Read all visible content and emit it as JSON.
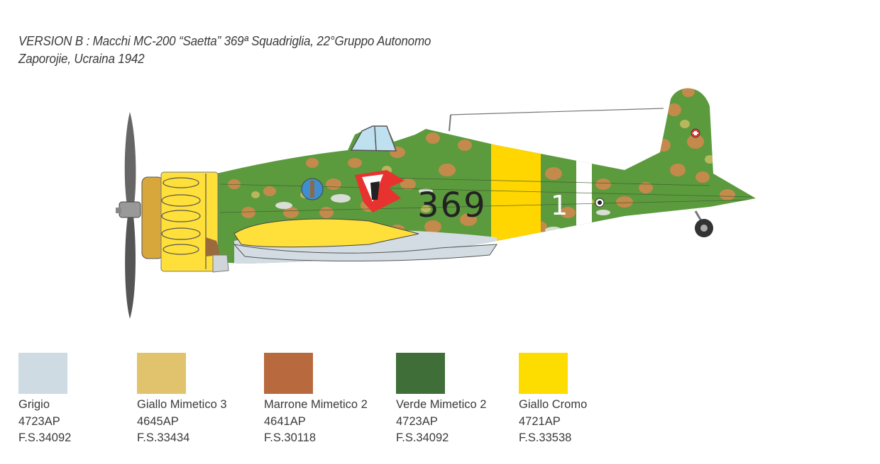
{
  "title": {
    "line1": "VERSION B : Macchi MC-200 “Saetta” 369ª Squadriglia, 22°Gruppo Autonomo",
    "line2": "Zaporojie, Ucraina 1942"
  },
  "aircraft": {
    "type": "Macchi MC-200 Saetta side profile",
    "fuselage_code": "369",
    "aircraft_number": "1",
    "colors": {
      "camo_green": "#5c9a3e",
      "camo_brown": "#c98a4c",
      "camo_sand": "#e2c26a",
      "camo_grey": "#d8dde0",
      "band_yellow": "#ffd600",
      "cowling_yellow": "#ffe03a",
      "underside_grey": "#d3dce3",
      "propeller": "#555555"
    }
  },
  "swatches": [
    {
      "name": "Grigio",
      "code": "4723AP",
      "fs": "F.S.34092",
      "color": "#cfdbe2"
    },
    {
      "name": "Giallo Mimetico 3",
      "code": "4645AP",
      "fs": "F.S.33434",
      "color": "#e0c36c"
    },
    {
      "name": "Marrone Mimetico 2",
      "code": "4641AP",
      "fs": "F.S.30118",
      "color": "#b8693e"
    },
    {
      "name": "Verde Mimetico 2",
      "code": "4723AP",
      "fs": "F.S.34092",
      "color": "#3f6e38"
    },
    {
      "name": "Giallo Cromo",
      "code": "4721AP",
      "fs": "F.S.33538",
      "color": "#fddc00"
    }
  ]
}
